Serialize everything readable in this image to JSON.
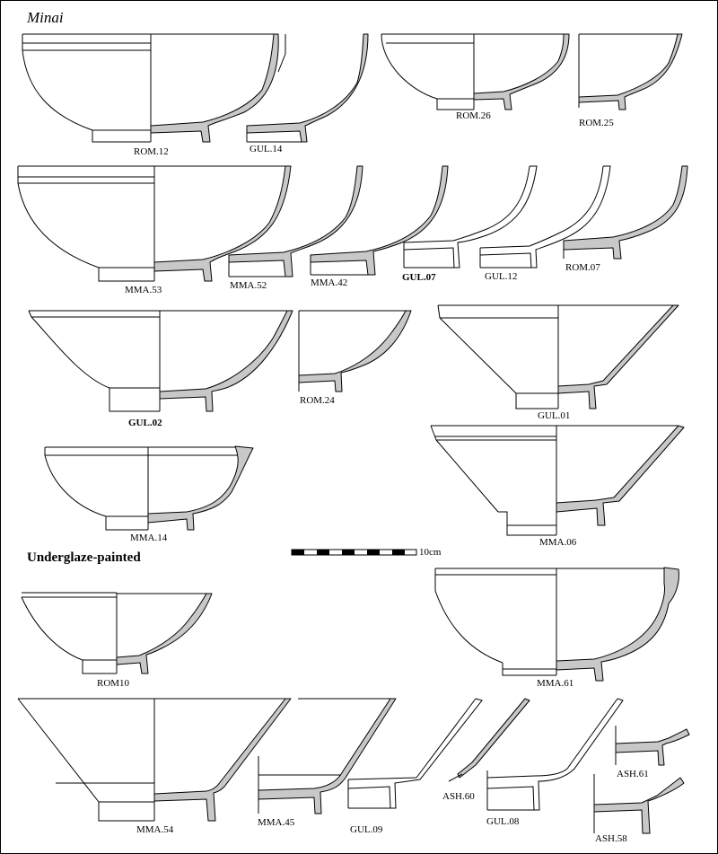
{
  "headings": {
    "minai": "Minai",
    "underglaze": "Underglaze-painted"
  },
  "scale": {
    "label": "10cm"
  },
  "vessels": [
    {
      "id": "ROM.12"
    },
    {
      "id": "GUL.14"
    },
    {
      "id": "ROM.26"
    },
    {
      "id": "ROM.25"
    },
    {
      "id": "MMA.53"
    },
    {
      "id": "MMA.52"
    },
    {
      "id": "MMA.42"
    },
    {
      "id": "GUL.07"
    },
    {
      "id": "GUL.12"
    },
    {
      "id": "ROM.07"
    },
    {
      "id": "GUL.02"
    },
    {
      "id": "ROM.24"
    },
    {
      "id": "GUL.01"
    },
    {
      "id": "MMA.14"
    },
    {
      "id": "MMA.06"
    },
    {
      "id": "ROM10"
    },
    {
      "id": "MMA.61"
    },
    {
      "id": "MMA.54"
    },
    {
      "id": "MMA.45"
    },
    {
      "id": "GUL.09"
    },
    {
      "id": "ASH.60"
    },
    {
      "id": "GUL.08"
    },
    {
      "id": "ASH.61"
    },
    {
      "id": "ASH.58"
    }
  ]
}
